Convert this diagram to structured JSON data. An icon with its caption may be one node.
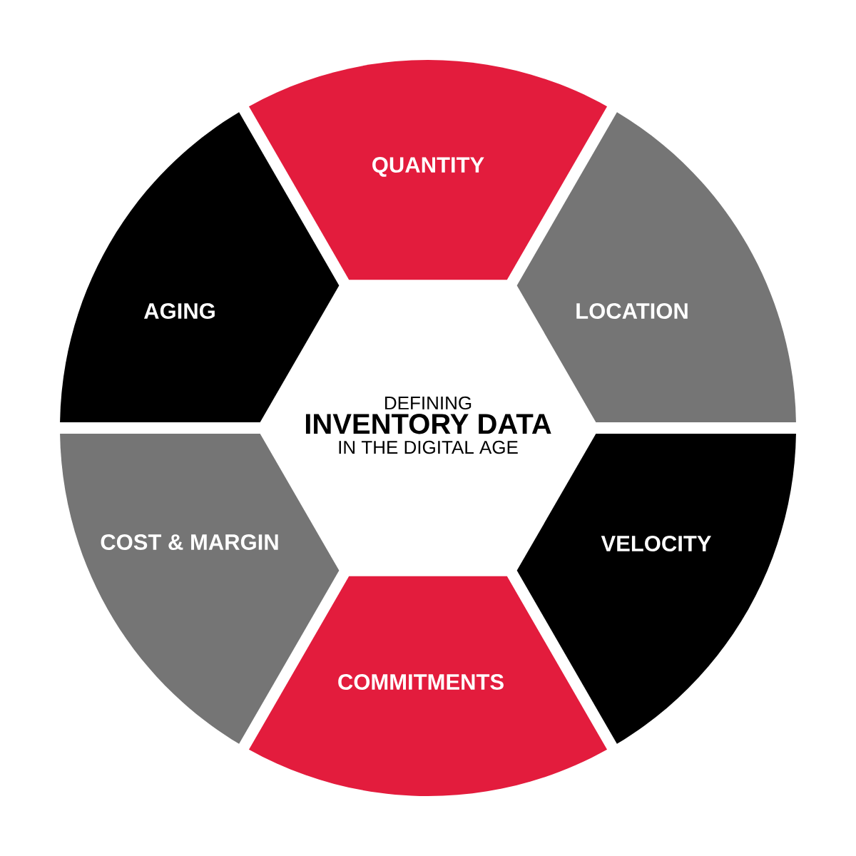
{
  "diagram": {
    "nodes": [
      {
        "text": [
          "QUANTITY"
        ]
      },
      {
        "text": [
          "LOCATION"
        ]
      },
      {
        "text": [
          "VELOCITY"
        ]
      },
      {
        "text": [
          "COMMITMENTS"
        ]
      },
      {
        "text": [
          "COST & MARGIN"
        ]
      },
      {
        "text": [
          "AGING"
        ]
      },
      {
        "text": [
          "DEFINING",
          "INVENTORY DATA",
          "IN THE DIGITAL AGE"
        ]
      }
    ]
  }
}
